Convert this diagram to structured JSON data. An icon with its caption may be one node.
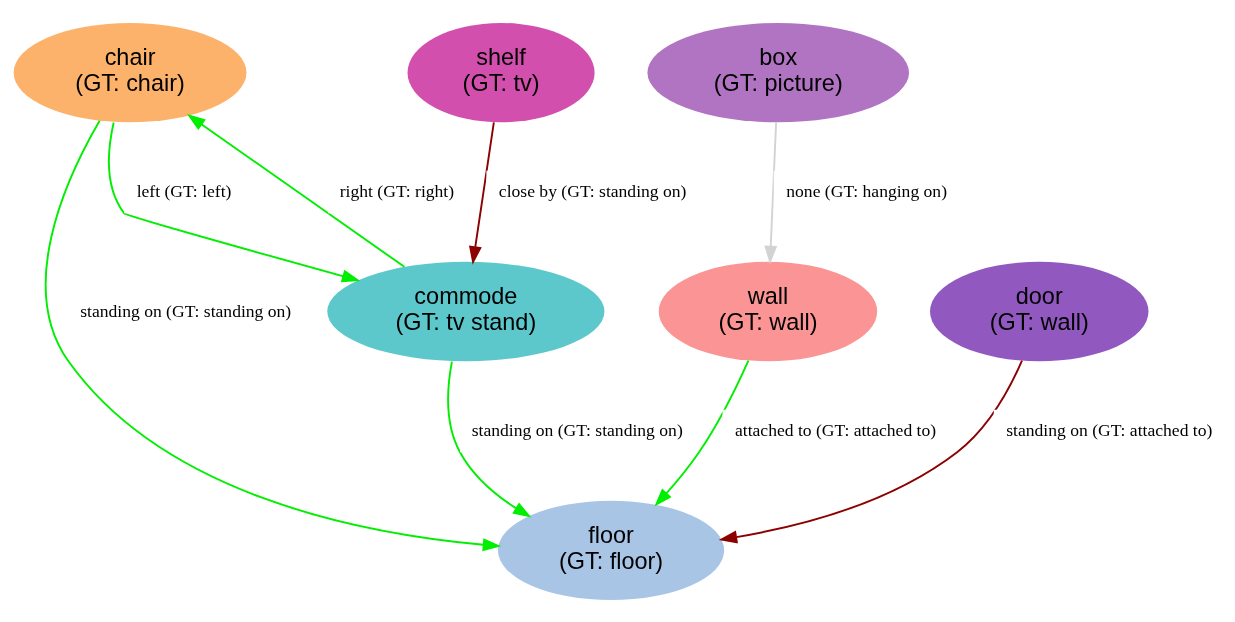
{
  "diagram": {
    "nodes": [
      {
        "text": [
          "chair",
          "(GT: chair)"
        ]
      },
      {
        "text": [
          "shelf",
          "(GT: tv)"
        ]
      },
      {
        "text": [
          "box",
          "(GT: picture)"
        ]
      },
      {
        "text": [
          "commode",
          "(GT: tv stand)"
        ]
      },
      {
        "text": [
          "wall",
          "(GT: wall)"
        ]
      },
      {
        "text": [
          "door",
          "(GT: wall)"
        ]
      },
      {
        "text": [
          "floor",
          "(GT: floor)"
        ]
      }
    ],
    "edges": [
      {
        "from": 0,
        "to": 3,
        "arrow": "to",
        "label": "left (GT: left)"
      },
      {
        "from": 3,
        "to": 0,
        "arrow": "to",
        "label": "right (GT: right)"
      },
      {
        "from": 1,
        "to": 3,
        "arrow": "to",
        "label": "close by (GT: standing on)",
        "color": "#8b0000"
      },
      {
        "from": 2,
        "to": 4,
        "arrow": "to",
        "label": "none (GT: hanging on)",
        "color": "#d3d3d3"
      },
      {
        "from": 0,
        "to": 6,
        "arrow": "to",
        "label": "standing on (GT: standing on)"
      },
      {
        "from": 3,
        "to": 6,
        "arrow": "to",
        "label": "standing on (GT: standing on)"
      },
      {
        "from": 4,
        "to": 6,
        "arrow": "to",
        "label": "attached to (GT: attached to)"
      },
      {
        "from": 5,
        "to": 6,
        "arrow": "to",
        "label": "standing on (GT: attached to)",
        "color": "#8b0000"
      }
    ]
  }
}
